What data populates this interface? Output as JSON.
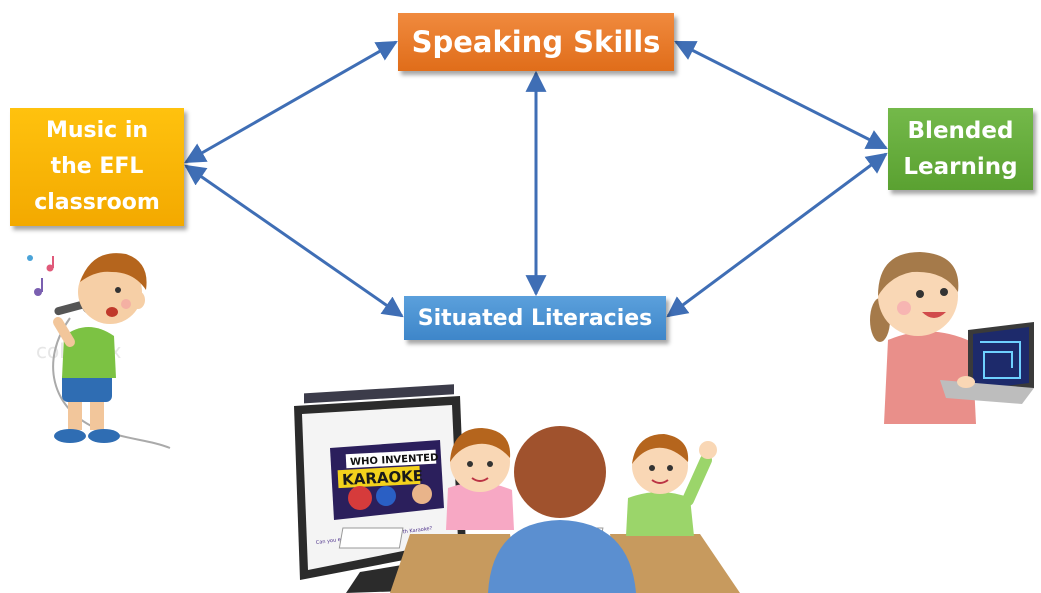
{
  "nodes": {
    "speaking": "Speaking Skills",
    "music_line1": "Music in",
    "music_line2": "the EFL",
    "music_line3": "classroom",
    "blended_line1": "Blended",
    "blended_line2": "Learning",
    "situated": "Situated Literacies"
  },
  "illustrations": {
    "screen_title_line1": "WHO INVENTED",
    "screen_title_line2": "KARAOKE",
    "screen_caption": "Can you enhance your speaking with Karaoke?",
    "watermark": "colorbox"
  },
  "colors": {
    "speaking": "#e8782a",
    "music": "#f8b500",
    "blended": "#66ad3c",
    "situated": "#4a93d3",
    "arrow": "#3f6eb5"
  }
}
